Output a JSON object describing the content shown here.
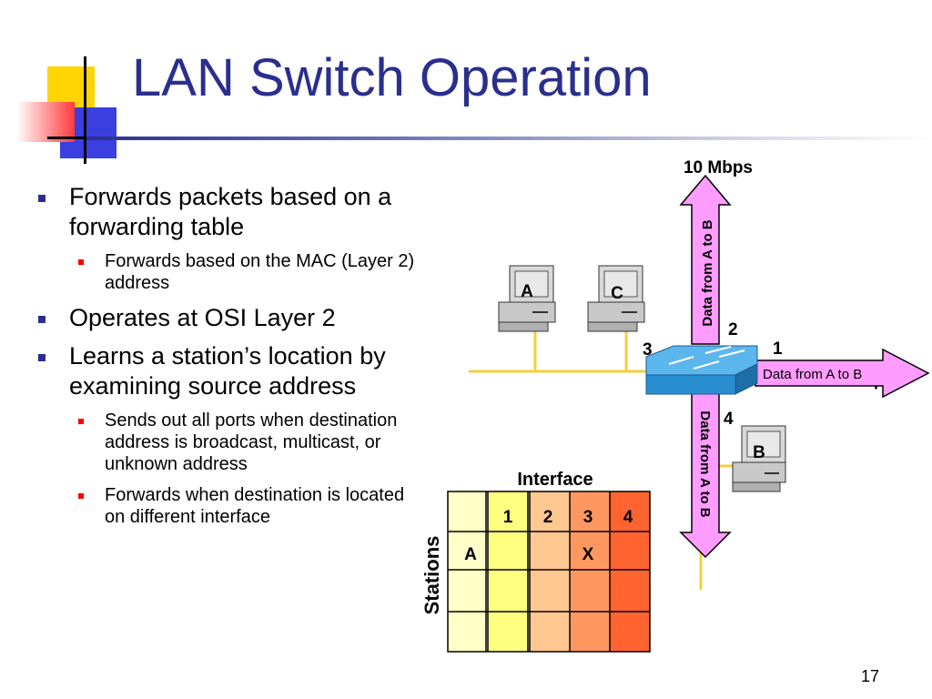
{
  "slide": {
    "title": "LAN Switch Operation",
    "page_number": "17"
  },
  "bullets": {
    "b1": "Forwards packets based on a forwarding table",
    "b1_sub1": "Forwards based on the MAC (Layer 2) address",
    "b2": "Operates at OSI Layer 2",
    "b3": "Learns a station’s location by examining source address",
    "b3_sub1": "Sends out all ports when destination address is broadcast, multicast, or unknown address",
    "b3_sub2": "Forwards when destination is located on different interface"
  },
  "diagram": {
    "speed_label": "10 Mbps",
    "station_a": "A",
    "station_b": "B",
    "station_c": "C",
    "port_1": "1",
    "port_2": "2",
    "port_3": "3",
    "port_4": "4",
    "arrow_up_label": "Data from A to B",
    "arrow_right_label": "Data from A to B",
    "arrow_down_label": "Data from A to B",
    "colors": {
      "arrow_fill": "#ff9cff",
      "wire": "#f2d040",
      "switch": "#2a8fd0"
    }
  },
  "table": {
    "interface_label": "Interface",
    "stations_label": "Stations",
    "headers": [
      "1",
      "2",
      "3",
      "4"
    ],
    "row1_station": "A",
    "row1_mark": "X",
    "column_colors": [
      "#ffffc8",
      "#ffff80",
      "#ffc890",
      "#ff9860",
      "#ff6430"
    ]
  }
}
